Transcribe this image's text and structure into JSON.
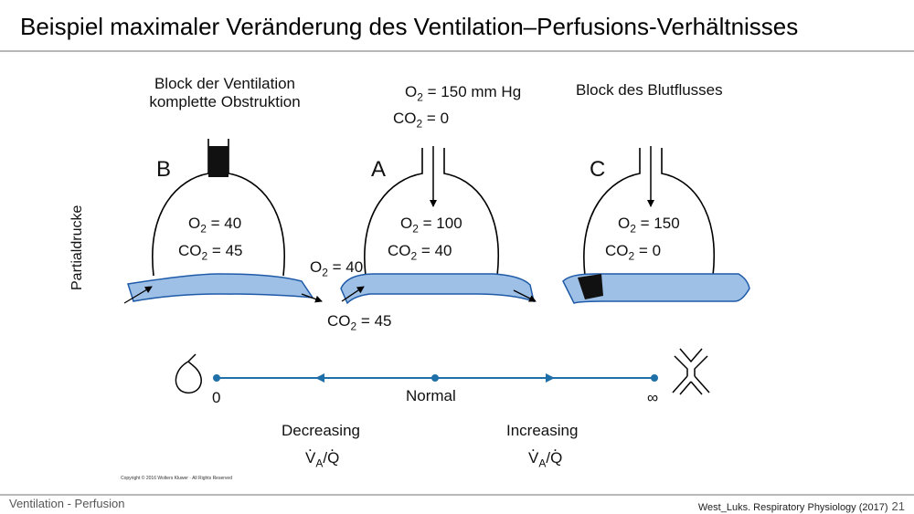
{
  "title": "Beispiel maximaler Veränderung des Ventilation–Perfusions-Verhältnisses",
  "y_axis_label": "Partialdrucke",
  "left_unit": {
    "letter": "B",
    "caption_line1": "Block der Ventilation",
    "caption_line2": "komplette Obstruktion",
    "o2_value": "40",
    "co2_value": "45"
  },
  "middle_unit": {
    "letter": "A",
    "inspired_o2_value": "150 mm Hg",
    "inspired_co2_value": "0",
    "o2_value": "100",
    "co2_value": "40",
    "blood_in_o2_value": "40",
    "blood_in_co2_value": "45"
  },
  "right_unit": {
    "letter": "C",
    "caption": "Block des Blutflusses",
    "o2_value": "150",
    "co2_value": "0"
  },
  "scale": {
    "left_value": "0",
    "middle_label": "Normal",
    "right_value": "∞",
    "decreasing_label": "Decreasing",
    "increasing_label": "Increasing"
  },
  "colors": {
    "blood_vessel": "#9ec0e6",
    "blood_vessel_edge": "#1e5aa8",
    "scale_line": "#1f6fa8",
    "obstruction": "#111111"
  },
  "copyright": "Copyright © 2016 Wolters Kluwer · All Rights Reserved",
  "footer_left": "Ventilation - Perfusion",
  "footer_right": "West_Luks. Respiratory Physiology (2017)",
  "page_number": "21"
}
